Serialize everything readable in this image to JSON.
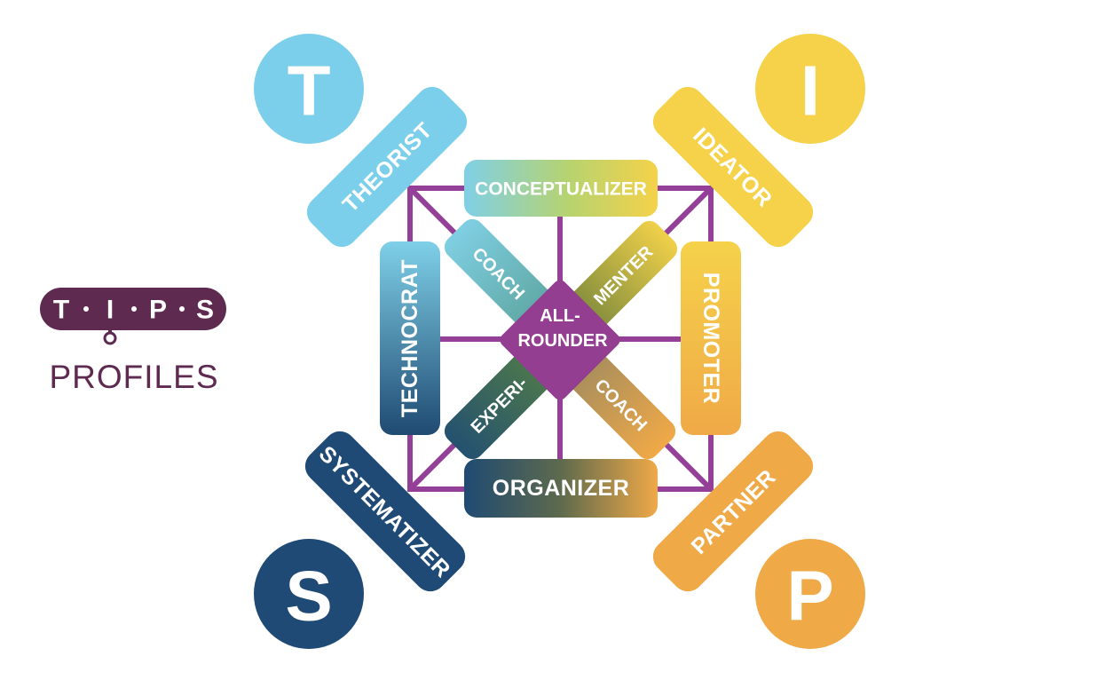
{
  "logo": {
    "letters": [
      "T",
      "I",
      "P",
      "S"
    ],
    "subtitle": "PROFILES"
  },
  "corners": {
    "t": {
      "letter": "T",
      "color": "#7ccfea"
    },
    "i": {
      "letter": "I",
      "color": "#f5d24a"
    },
    "s": {
      "letter": "S",
      "color": "#1f4a75"
    },
    "p": {
      "letter": "P",
      "color": "#f0a947"
    }
  },
  "profiles": {
    "theorist": "THEORIST",
    "ideator": "IDEATOR",
    "systematizer": "SYSTEMATIZER",
    "partner": "PARTNER",
    "conceptualizer": "CONCEPTUALIZER",
    "organizer": "ORGANIZER",
    "technocrat": "TECHNOCRAT",
    "promoter": "PROMOTER",
    "coach_top": "COACH",
    "menter": "MENTER",
    "experi": "EXPERI-",
    "coach_bottom": "COACH",
    "allrounder_line1": "ALL-",
    "allrounder_line2": "ROUNDER"
  },
  "colors": {
    "frame": "#943f98",
    "center": "#933e91",
    "logo": "#5e2a4f"
  }
}
